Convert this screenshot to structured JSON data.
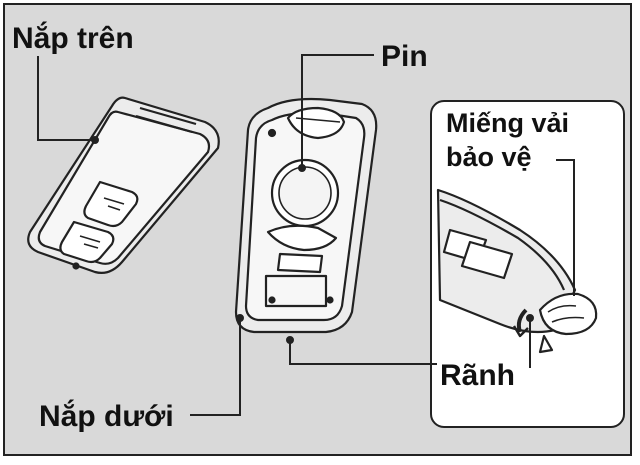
{
  "labels": {
    "top_cover": "Nắp trên",
    "battery": "Pin",
    "cloth_line1": "Miếng vải",
    "cloth_line2": "bảo vệ",
    "groove": "Rãnh",
    "bottom_cover": "Nắp dưới"
  },
  "colors": {
    "panel_background": "#d9d9d9",
    "inset_background": "#ffffff",
    "outline": "#222222",
    "key_fill": "#f2f2f2"
  }
}
